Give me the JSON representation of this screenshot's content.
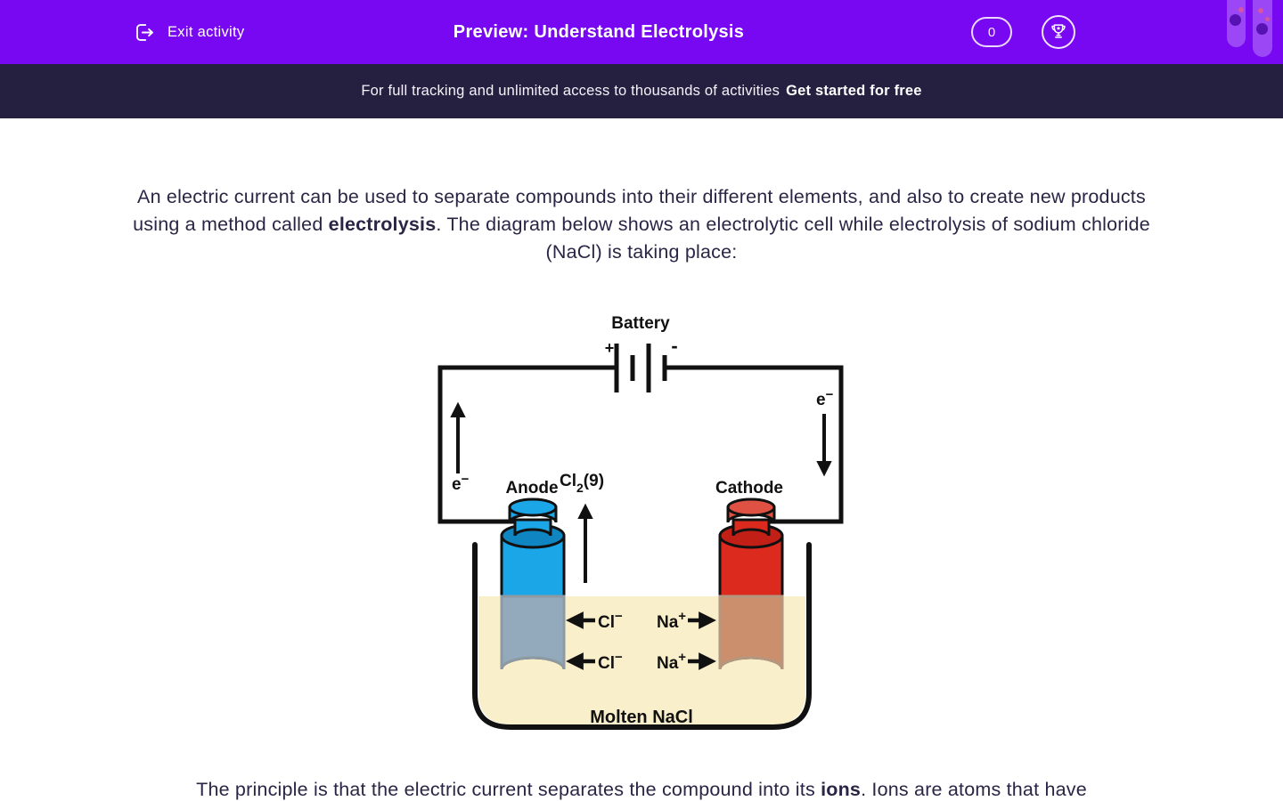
{
  "header": {
    "exit_label": "Exit activity",
    "title": "Preview: Understand Electrolysis",
    "score": "0"
  },
  "banner": {
    "text": "For full tracking and unlimited access to thousands of activities",
    "cta": "Get started for free"
  },
  "intro": {
    "seg1": "An electric current can be used to separate compounds into their different elements, and also to create new products using a method called ",
    "seg2": "electrolysis",
    "seg3": ". The diagram below shows an electrolytic cell while electrolysis of sodium chloride (NaCl) is taking place:"
  },
  "diagram": {
    "battery_label": "Battery",
    "plus": "+",
    "minus": "-",
    "electron": {
      "base": "e",
      "sup": "−"
    },
    "anode_label": "Anode",
    "cathode_label": "Cathode",
    "gas": {
      "base": "Cl",
      "sub": "2",
      "rest": "(9)"
    },
    "chloride": {
      "base": "Cl",
      "sup": "−"
    },
    "sodium": {
      "base": "Na",
      "sup": "+"
    },
    "molten_label": "Molten NaCl"
  },
  "principle": {
    "seg1": "The principle is that the electric current separates the compound into its ",
    "seg2": "ions",
    "seg3": ". Ions are atoms that have"
  },
  "colors": {
    "header_bg": "#7807f2",
    "banner_bg": "#251f40",
    "body_text": "#2b2545",
    "diagram_line": "#111111",
    "liquid": "#f9efca",
    "anode_blue": "#1ba6e8",
    "anode_shoulder_blue": "#0f85c2",
    "anode_submerged": "#92aabb",
    "cathode_red": "#dc2a1e",
    "cathode_shoulder_red": "#c21f17",
    "cathode_submerged": "#cc8f6e"
  }
}
